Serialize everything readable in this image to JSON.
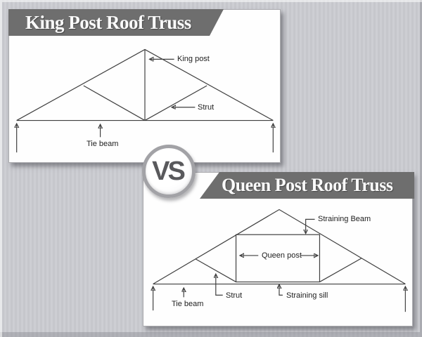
{
  "king_panel": {
    "title": "King Post Roof Truss",
    "labels": {
      "king_post": "King post",
      "strut": "Strut",
      "tie_beam": "Tie beam"
    }
  },
  "queen_panel": {
    "title": "Queen Post Roof Truss",
    "labels": {
      "straining_beam": "Straining Beam",
      "queen_post": "Queen post",
      "strut": "Strut",
      "tie_beam": "Tie beam",
      "straining_sill": "Straining sill"
    }
  },
  "vs_badge": {
    "text": "VS"
  },
  "colors": {
    "header_bar": "#6e6e6e",
    "diagram_line": "#3f3f3f",
    "background_stripe_light": "#cdced3",
    "background_stripe_dark": "#c6c7cc",
    "panel_background": "#fefefe",
    "vs_text": "#59595c",
    "title_text": "#fafafa"
  }
}
